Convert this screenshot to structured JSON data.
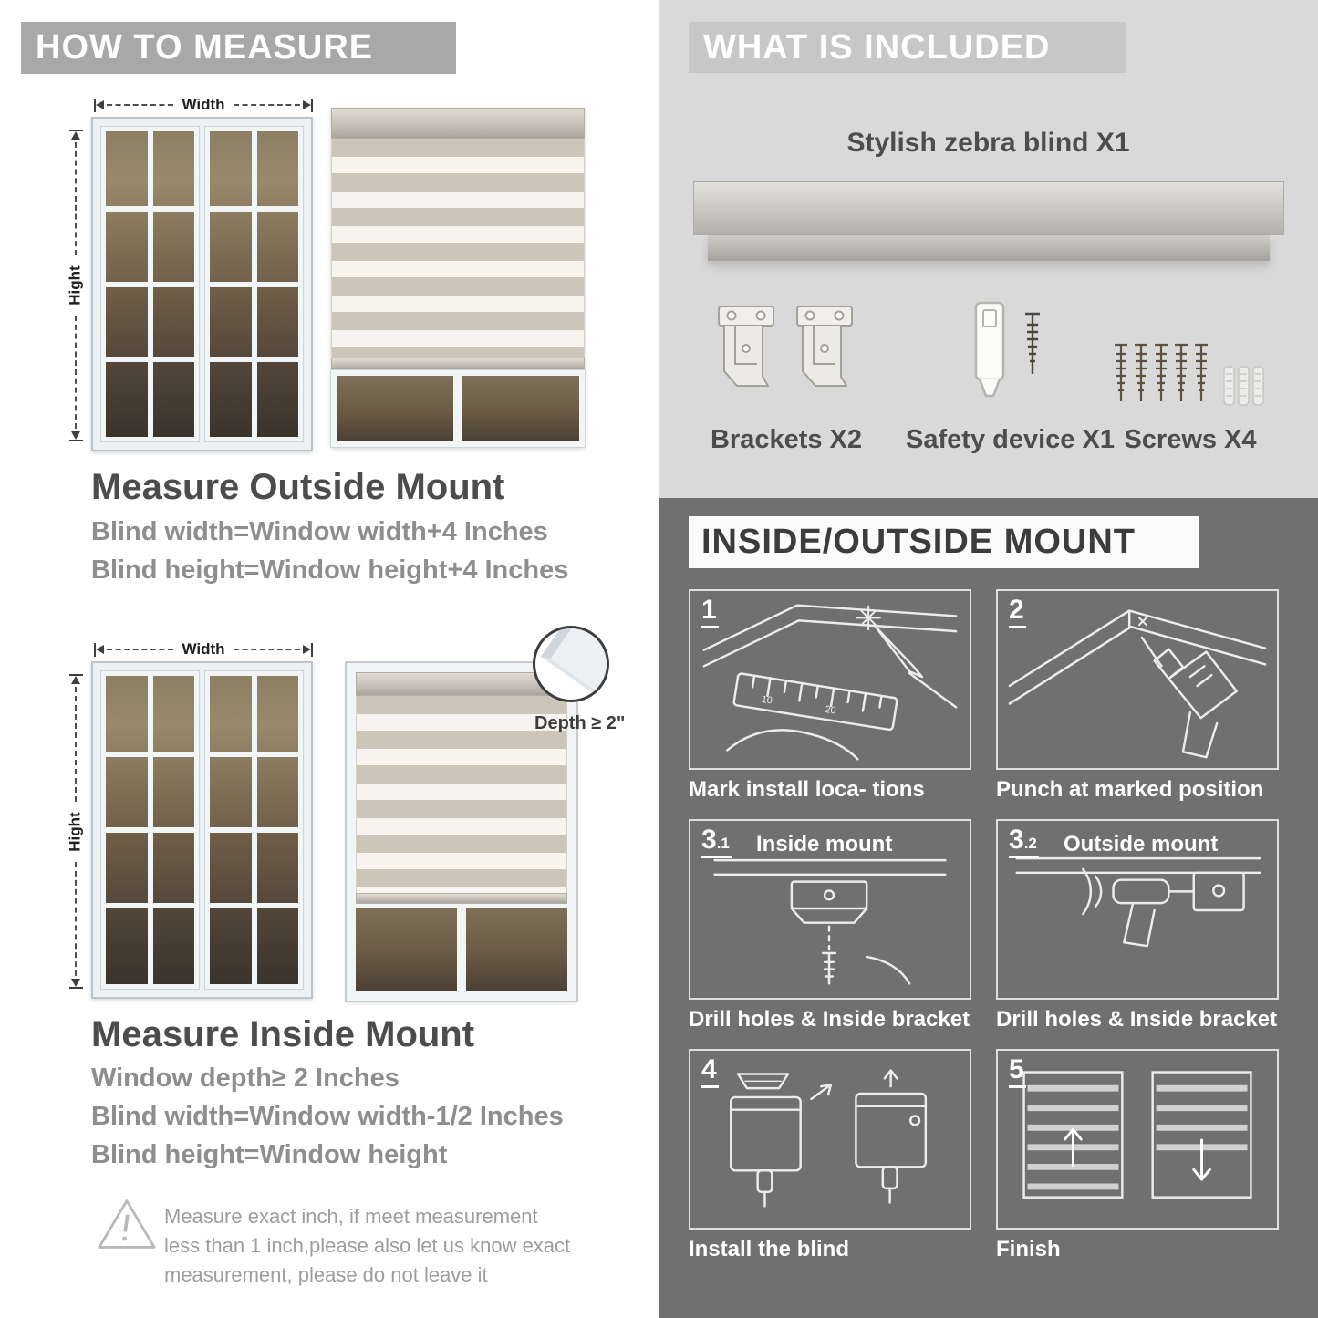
{
  "colors": {
    "left_banner": "#a8a8a8",
    "included_background": "#d9d9d9",
    "included_banner": "#c7c7c7",
    "mount_background": "#707070",
    "heading_text": "#4c4c4c",
    "subtext": "#8e8e8e"
  },
  "how_to_measure": {
    "header": "HOW TO MEASURE",
    "outside": {
      "width_label": "Width",
      "height_label": "Hight",
      "title": "Measure Outside Mount",
      "lines": [
        "Blind width=Window width+4 Inches",
        "Blind height=Window height+4 Inches"
      ]
    },
    "inside": {
      "width_label": "Width",
      "height_label": "Hight",
      "depth_note": "Depth ≥ 2\"",
      "title": "Measure Inside Mount",
      "lines": [
        "Window depth≥ 2 Inches",
        "Blind width=Window width-1/2 Inches",
        "Blind height=Window height"
      ]
    },
    "warning_note": "Measure exact inch, if meet measurement less than 1 inch,please also let us know exact measurement, please do not leave it"
  },
  "included": {
    "header": "WHAT IS INCLUDED",
    "product_label": "Stylish zebra blind X1",
    "items": [
      {
        "label": "Brackets X2"
      },
      {
        "label": "Safety device X1"
      },
      {
        "label": "Screws X4"
      }
    ]
  },
  "mount_guide": {
    "header": "INSIDE/OUTSIDE MOUNT",
    "steps": [
      {
        "num": "1",
        "sub": "",
        "title": "",
        "caption": "Mark install loca- tions"
      },
      {
        "num": "2",
        "sub": "",
        "title": "",
        "caption": "Punch at  marked position"
      },
      {
        "num": "3",
        "sub": ".1",
        "title": "Inside mount",
        "caption": "Drill holes &  Inside bracket"
      },
      {
        "num": "3",
        "sub": ".2",
        "title": "Outside mount",
        "caption": "Drill holes &  Inside bracket"
      },
      {
        "num": "4",
        "sub": "",
        "title": "",
        "caption": "Install the blind"
      },
      {
        "num": "5",
        "sub": "",
        "title": "",
        "caption": "Finish"
      }
    ]
  }
}
